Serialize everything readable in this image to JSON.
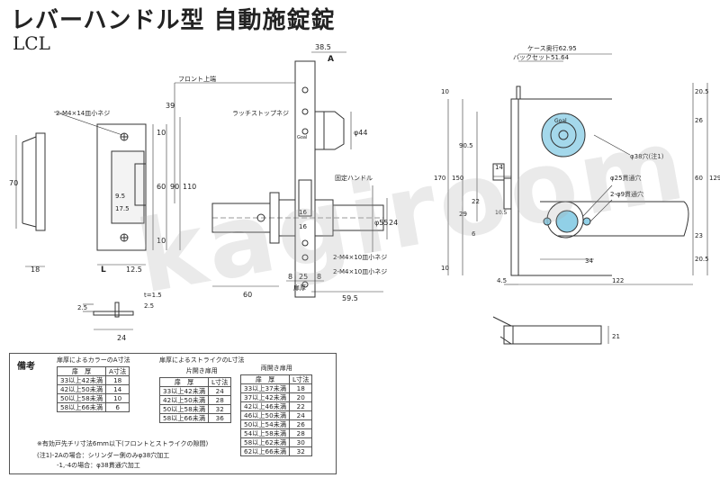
{
  "header": {
    "title": "レバーハンドル型 自動施錠錠",
    "model": "LCL"
  },
  "watermark": "kagiroom",
  "labels": {
    "strike_screw": "2-M4×14皿小ネジ",
    "front_top": "フロント上端",
    "latch_stop_screw": "ラッチストップネジ",
    "fixed_handle": "固定ハンドル",
    "screw_a": "2-M4×10皿小ネジ",
    "screw_b": "2-M4×10皿小ネジ",
    "door_thickness": "扉厚",
    "col_a": "A",
    "col_l": "L",
    "case_depth": "ケース奥行62.95",
    "backset": "バックセット51.64",
    "hole_38": "φ38穴(注1)",
    "hole_25": "φ25貫通穴",
    "hole_9": "2-φ9貫通穴",
    "cyl_brand": "Goal",
    "cyl_brand_small": "Goal"
  },
  "dims": {
    "strike": [
      "70",
      "10",
      "60",
      "90",
      "110",
      "10",
      "18",
      "12.5",
      "9.5",
      "17.5"
    ],
    "strike_side": [
      "2.5",
      "t=1.5",
      "2.5",
      "24"
    ],
    "front": [
      "38.5",
      "39",
      "φ44",
      "24",
      "φ55",
      "16",
      "16",
      "8",
      "25",
      "8",
      "60",
      "59.5"
    ],
    "case": [
      "10",
      "90.5",
      "150",
      "170",
      "10",
      "29",
      "22",
      "14",
      "10.5",
      "6",
      "20.5",
      "26",
      "60",
      "129",
      "23",
      "20.5",
      "34",
      "4.5",
      "122",
      "21"
    ]
  },
  "notes": {
    "heading": "備考",
    "table_a": {
      "caption": "扉厚によるカラーのA寸法",
      "headers": [
        "扉　厚",
        "A寸法"
      ],
      "rows": [
        [
          "33以上42未満",
          "18"
        ],
        [
          "42以上50未満",
          "14"
        ],
        [
          "50以上58未満",
          "10"
        ],
        [
          "58以上66未満",
          "6"
        ]
      ]
    },
    "table_single": {
      "caption": "扉厚によるストライクのL寸法",
      "subcaption": "片開き扉用",
      "headers": [
        "扉　厚",
        "L寸法"
      ],
      "rows": [
        [
          "33以上42未満",
          "24"
        ],
        [
          "42以上50未満",
          "28"
        ],
        [
          "50以上58未満",
          "32"
        ],
        [
          "58以上66未満",
          "36"
        ]
      ]
    },
    "table_double": {
      "subcaption": "両開き扉用",
      "headers": [
        "扉　厚",
        "L寸法"
      ],
      "rows": [
        [
          "33以上37未満",
          "18"
        ],
        [
          "37以上42未満",
          "20"
        ],
        [
          "42以上46未満",
          "22"
        ],
        [
          "46以上50未満",
          "24"
        ],
        [
          "50以上54未満",
          "26"
        ],
        [
          "54以上58未満",
          "28"
        ],
        [
          "58以上62未満",
          "30"
        ],
        [
          "62以上66未満",
          "32"
        ]
      ]
    },
    "footnote1": "※有効戸先チリ寸法6mm以下(フロントとストライクの隙間)",
    "footnote2": "(注1)-2Aの場合：シリンダー側のみφ38穴加工",
    "footnote3": "-1,-4の場合：φ38貫通穴加工"
  },
  "colors": {
    "accent": "#7ec8e3",
    "line": "#333333"
  }
}
